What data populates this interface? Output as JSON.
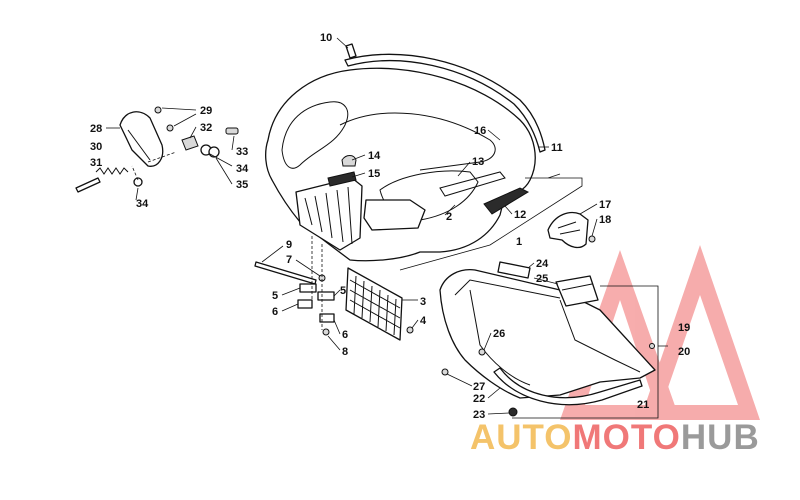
{
  "diagram": {
    "callouts": [
      "1",
      "2",
      "3",
      "4",
      "5",
      "5",
      "6",
      "6",
      "7",
      "8",
      "9",
      "10",
      "11",
      "12",
      "13",
      "14",
      "15",
      "16",
      "17",
      "18",
      "19",
      "20",
      "21",
      "22",
      "23",
      "24",
      "25",
      "26",
      "27",
      "28",
      "29",
      "30",
      "31",
      "32",
      "33",
      "34",
      "34",
      "35"
    ]
  },
  "watermark": {
    "part1": "AUTO",
    "part2": "MOTO",
    "part3": "HUB",
    "colors": {
      "auto": "#f4c36a",
      "moto": "#f07878",
      "hub": "#9a9a9a",
      "triangle": "#f06a6a"
    }
  }
}
